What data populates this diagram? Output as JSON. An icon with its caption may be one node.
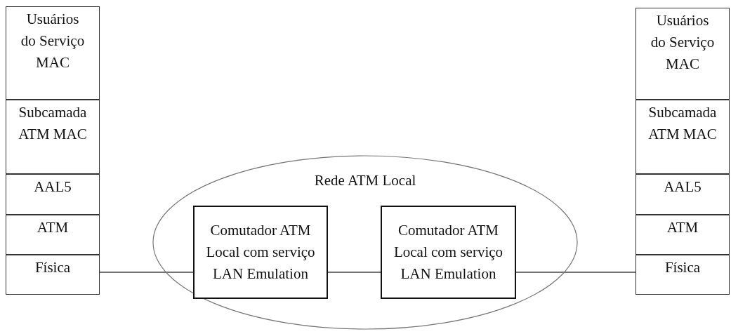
{
  "diagram": {
    "nodes": [
      {
        "text": [
          "Usuários do Serviço MAC"
        ]
      },
      {
        "text": [
          "Subcamada ATM MAC"
        ]
      },
      {
        "text": [
          "AAL5"
        ]
      },
      {
        "text": [
          "ATM"
        ]
      },
      {
        "text": [
          "Física"
        ]
      },
      {
        "text": [
          "Rede ATM Local"
        ]
      },
      {
        "text": [
          "Comutador ATM Local com serviço LAN Emulation"
        ],
        "in": 5
      },
      {
        "text": [
          "Comutador ATM Local com serviço LAN Emulation"
        ],
        "in": 5
      },
      {
        "text": [
          "Usuários do Serviço MAC"
        ]
      },
      {
        "text": [
          "Subcamada ATM MAC"
        ]
      },
      {
        "text": [
          "AAL5"
        ]
      },
      {
        "text": [
          "ATM"
        ]
      },
      {
        "text": [
          "Física"
        ]
      }
    ],
    "edges": [
      {
        "from": 4,
        "to": 6,
        "arrow": "none"
      },
      {
        "from": 6,
        "to": 7,
        "arrow": "none"
      },
      {
        "from": 7,
        "to": 12,
        "arrow": "none"
      }
    ]
  }
}
